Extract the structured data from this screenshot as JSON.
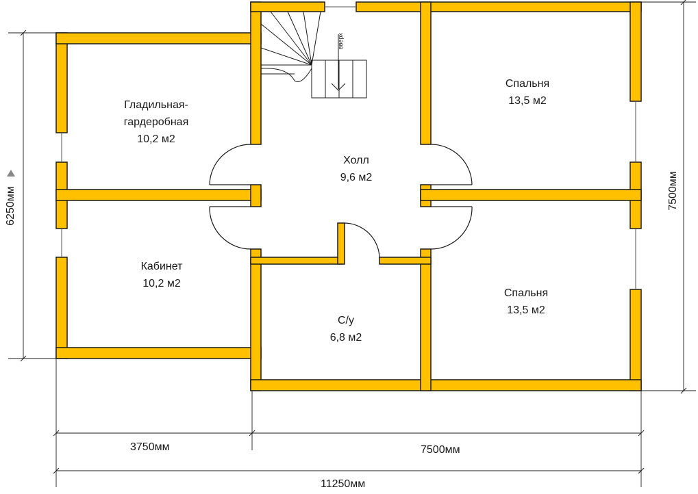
{
  "rooms": {
    "ironing": {
      "name_line1": "Гладильная-",
      "name_line2": "гардеробная",
      "area": "10,2 м2"
    },
    "hall": {
      "name": "Холл",
      "area": "9,6 м2"
    },
    "bedroom_top": {
      "name": "Спальня",
      "area": "13,5 м2"
    },
    "office": {
      "name": "Кабинет",
      "area": "10,2 м2"
    },
    "bathroom": {
      "name": "С/у",
      "area": "6,8 м2"
    },
    "bedroom_bottom": {
      "name": "Спальня",
      "area": "13,5 м2"
    }
  },
  "stairs": {
    "label": "вверх"
  },
  "dimensions": {
    "left_height": "6250мм",
    "right_height": "7500мм",
    "bottom_left": "3750мм",
    "bottom_right": "7500мм",
    "bottom_total": "11250мм"
  },
  "colors": {
    "wall": "#FFC000",
    "outline": "#1a1a1a"
  }
}
